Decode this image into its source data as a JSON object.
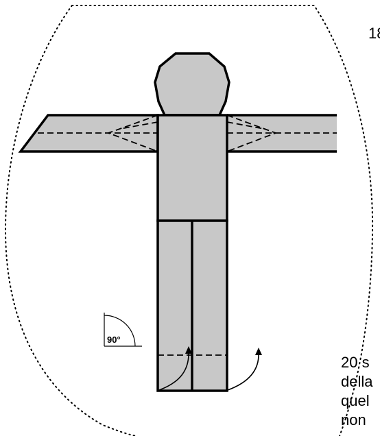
{
  "figure": {
    "angle_label": "90°"
  },
  "text_fragments": {
    "top_right": "18",
    "bottom_lines": [
      "20 s",
      "della",
      "quel",
      "non"
    ]
  },
  "colors": {
    "body_fill": "#c8c8c8",
    "outline": "#000000",
    "background": "#ffffff"
  }
}
